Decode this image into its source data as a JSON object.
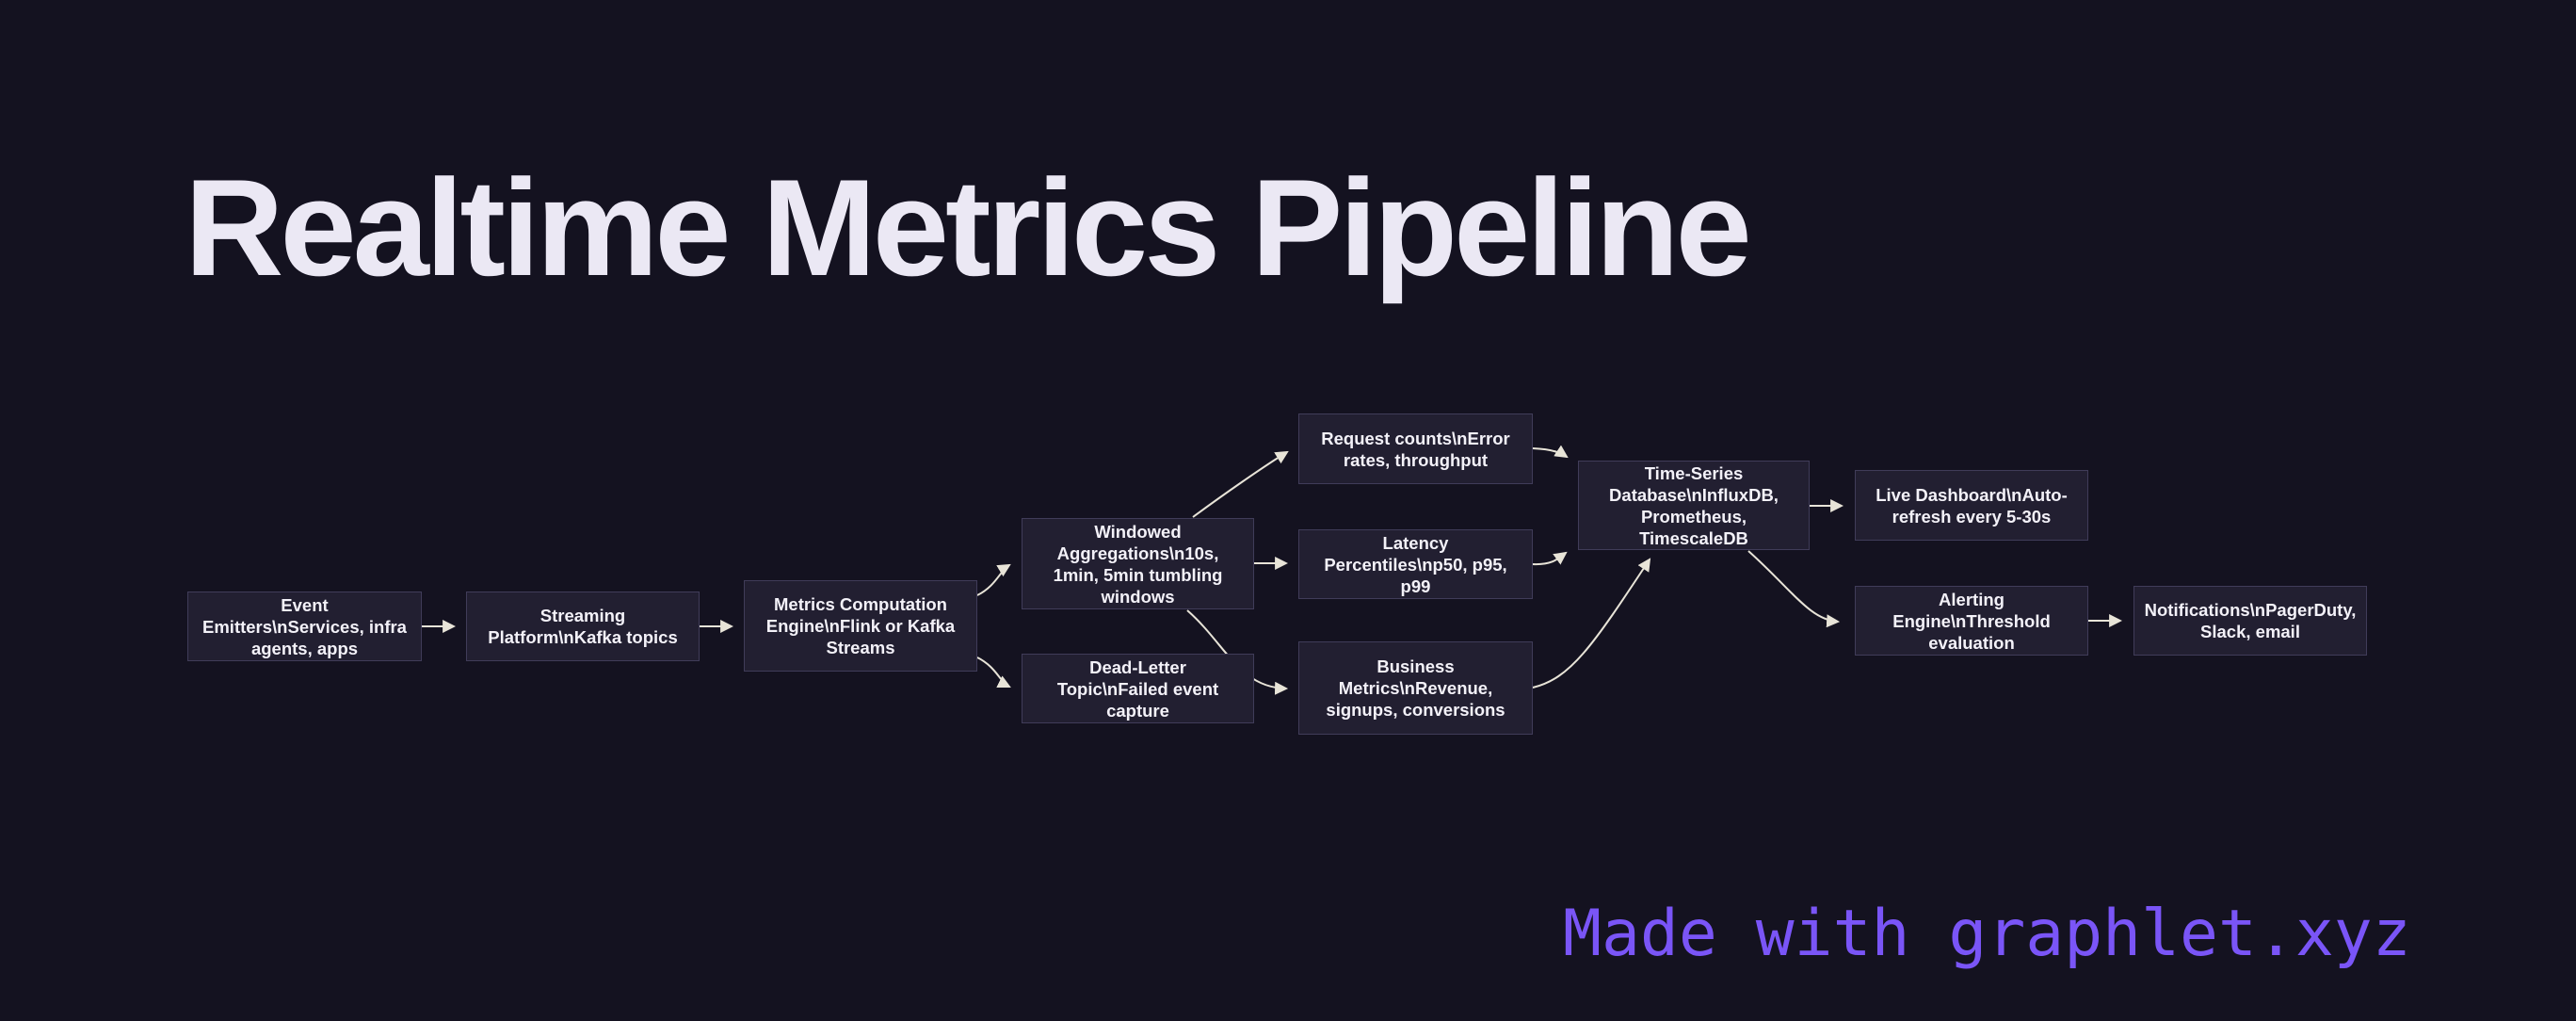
{
  "title": "Realtime Metrics Pipeline",
  "watermark": "Made with graphlet.xyz",
  "colors": {
    "background": "#141220",
    "node_fill": "#221f31",
    "node_border": "#403c59",
    "node_text": "#f3f1f8",
    "edge": "#e8e4d8",
    "title_text": "#ebe8f4",
    "watermark_text": "#7a55f7"
  },
  "diagram": {
    "nodes": [
      {
        "id": "event-emitters",
        "label": "Event Emitters\\nServices, infra agents, apps"
      },
      {
        "id": "streaming-platform",
        "label": "Streaming Platform\\nKafka topics"
      },
      {
        "id": "metrics-computation-engine",
        "label": "Metrics Computation Engine\\nFlink or Kafka Streams"
      },
      {
        "id": "windowed-aggregations",
        "label": "Windowed Aggregations\\n10s, 1min, 5min tumbling windows"
      },
      {
        "id": "dead-letter-topic",
        "label": "Dead-Letter Topic\\nFailed event capture"
      },
      {
        "id": "request-counts",
        "label": "Request counts\\nError rates, throughput"
      },
      {
        "id": "latency-percentiles",
        "label": "Latency Percentiles\\np50, p95, p99"
      },
      {
        "id": "business-metrics",
        "label": "Business Metrics\\nRevenue, signups, conversions"
      },
      {
        "id": "time-series-database",
        "label": "Time-Series Database\\nInfluxDB, Prometheus, TimescaleDB"
      },
      {
        "id": "live-dashboard",
        "label": "Live Dashboard\\nAuto-refresh every 5-30s"
      },
      {
        "id": "alerting-engine",
        "label": "Alerting Engine\\nThreshold evaluation"
      },
      {
        "id": "notifications",
        "label": "Notifications\\nPagerDuty, Slack, email"
      }
    ],
    "edges": [
      {
        "from": "event-emitters",
        "to": "streaming-platform"
      },
      {
        "from": "streaming-platform",
        "to": "metrics-computation-engine"
      },
      {
        "from": "metrics-computation-engine",
        "to": "windowed-aggregations"
      },
      {
        "from": "metrics-computation-engine",
        "to": "dead-letter-topic"
      },
      {
        "from": "windowed-aggregations",
        "to": "request-counts"
      },
      {
        "from": "windowed-aggregations",
        "to": "latency-percentiles"
      },
      {
        "from": "windowed-aggregations",
        "to": "business-metrics"
      },
      {
        "from": "request-counts",
        "to": "time-series-database"
      },
      {
        "from": "latency-percentiles",
        "to": "time-series-database"
      },
      {
        "from": "business-metrics",
        "to": "time-series-database"
      },
      {
        "from": "time-series-database",
        "to": "live-dashboard"
      },
      {
        "from": "time-series-database",
        "to": "alerting-engine"
      },
      {
        "from": "alerting-engine",
        "to": "notifications"
      }
    ]
  }
}
